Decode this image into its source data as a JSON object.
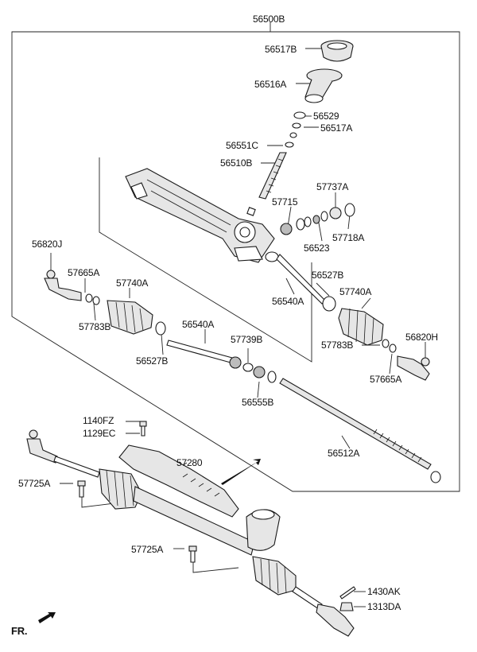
{
  "labels": {
    "l_56500B": "56500B",
    "l_56517B": "56517B",
    "l_56516A": "56516A",
    "l_56529": "56529",
    "l_56517A": "56517A",
    "l_56551C": "56551C",
    "l_56510B": "56510B",
    "l_57737A": "57737A",
    "l_57715": "57715",
    "l_57718A": "57718A",
    "l_56523": "56523",
    "l_56820J": "56820J",
    "l_57665A_l": "57665A",
    "l_57740A_l": "57740A",
    "l_57783B_l": "57783B",
    "l_56527B_r": "56527B",
    "l_56540A_r": "56540A",
    "l_57740A_r": "57740A",
    "l_56540A_l": "56540A",
    "l_56527B_l": "56527B",
    "l_57739B": "57739B",
    "l_56820H": "56820H",
    "l_57783B_r": "57783B",
    "l_57665A_r": "57665A",
    "l_56555B": "56555B",
    "l_1140FZ": "1140FZ",
    "l_1129EC": "1129EC",
    "l_57280": "57280",
    "l_56512A": "56512A",
    "l_57725A_t": "57725A",
    "l_57725A_b": "57725A",
    "l_1430AK": "1430AK",
    "l_1313DA": "1313DA",
    "l_FR": "FR."
  }
}
